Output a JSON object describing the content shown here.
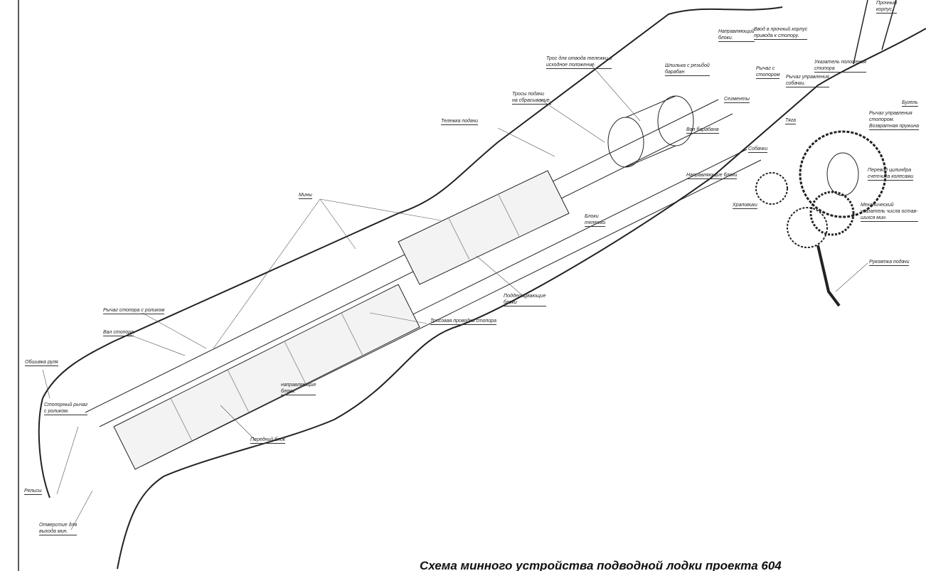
{
  "caption": "Схема минного устройства подводной лодки проекта 604",
  "labels": {
    "hull": [
      "Прочный",
      "корпус."
    ],
    "guide_blocks_top": [
      "Направляющий",
      "блоки."
    ],
    "drive_entry": [
      "Ввод в прочный корпус",
      "привода к стопору."
    ],
    "return_cable": [
      "Трос для отвода тележки в",
      "исходное положение."
    ],
    "drum_pin": [
      "Шпилька с резьбой",
      "барабан"
    ],
    "lever_stopper": [
      "Рычаг с",
      "стопором"
    ],
    "stopper_indicator": [
      "Указатель положения",
      "стопора"
    ],
    "pawl_lever": [
      "Рычаг управления",
      "собачки."
    ],
    "feed_cables": [
      "Тросы подачи",
      "на сбрасывание."
    ],
    "segments": "Сегменты",
    "rod": "Тяга",
    "bugel": "Бугель",
    "stopper_lever": [
      "Рычаг управления",
      "стопором.",
      "Возвратная пружина"
    ],
    "feed_cart": "Тележка подачи",
    "drum_shaft": "Вал барабана",
    "pawls": "Собачки",
    "guide_blocks_mid": "Направляющие блоки",
    "counter_transfer": [
      "Перевод цилиндра",
      "счетчика колесами"
    ],
    "ratchets": "Храповики",
    "mech_indicator": [
      "Механический",
      "указатель числа остав-",
      "шихся мин."
    ],
    "mines": "Мины",
    "cart_blocks": [
      "Блоки",
      "тележки"
    ],
    "feed_handle": "Рукоятка подачи",
    "support_blocks": [
      "Поддерживающие",
      "блоки"
    ],
    "stopper_roller_lever": "Рычаг стопора с роликом",
    "stopper_shaft": "Вал стопора",
    "stopper_cable": "Тросовая проводка стопора",
    "rudder_skin": "Обшивка руля",
    "stopper_arm": [
      "Стопорный рычаг",
      "с роликом."
    ],
    "guide_blocks_low": [
      "направляющие",
      "блоки."
    ],
    "front_block": "Передний блок",
    "rails": "Рельсы",
    "mine_exit": [
      "Отверстие для",
      "выхода мин."
    ]
  }
}
